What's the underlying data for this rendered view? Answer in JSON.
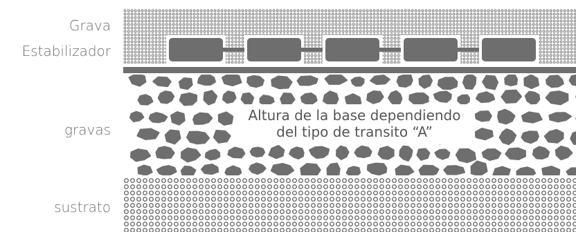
{
  "labels": {
    "grava": "Grava",
    "estabilizador": "Estabilizador",
    "gravas": "gravas",
    "sustrato": "sustrato"
  },
  "callout": {
    "line1": "Altura de la base dependiendo",
    "line2": "del tipo de transito  “A”"
  },
  "colors": {
    "fill": "#6e6e6e",
    "background": "#ffffff"
  }
}
